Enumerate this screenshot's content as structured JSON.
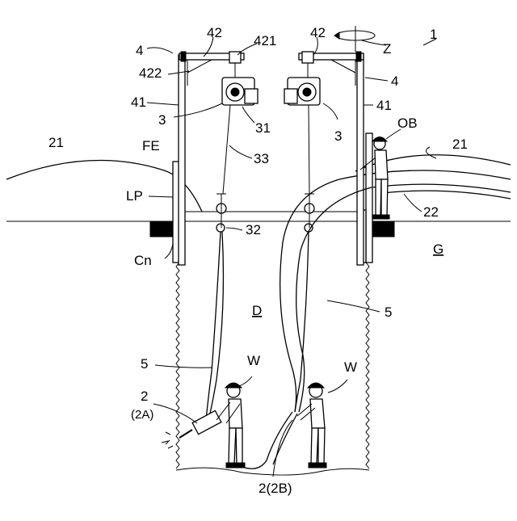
{
  "labels": {
    "fig_ref": "1",
    "frame_left": "4",
    "frame_right": "4",
    "arm_left": "42",
    "arm_right": "42",
    "arm_part_a": "421",
    "arm_part_b": "422",
    "axis": "Z",
    "post_left": "41",
    "post_right": "41",
    "hoist_left": "3",
    "hoist_right": "3",
    "hoist_part": "31",
    "wire": "33",
    "hook": "32",
    "observer": "OB",
    "hose_top_left": "21",
    "hose_top_right": "21",
    "hose_second": "22",
    "fence": "FE",
    "liner_plate": "LP",
    "concrete": "Cn",
    "ground": "G",
    "shaft": "D",
    "cable_left": "5",
    "cable_right": "5",
    "worker_left": "W",
    "worker_right": "W",
    "tool_left": "2",
    "tool_left_sub": "(2A)",
    "tool_right": "2(2B)"
  }
}
